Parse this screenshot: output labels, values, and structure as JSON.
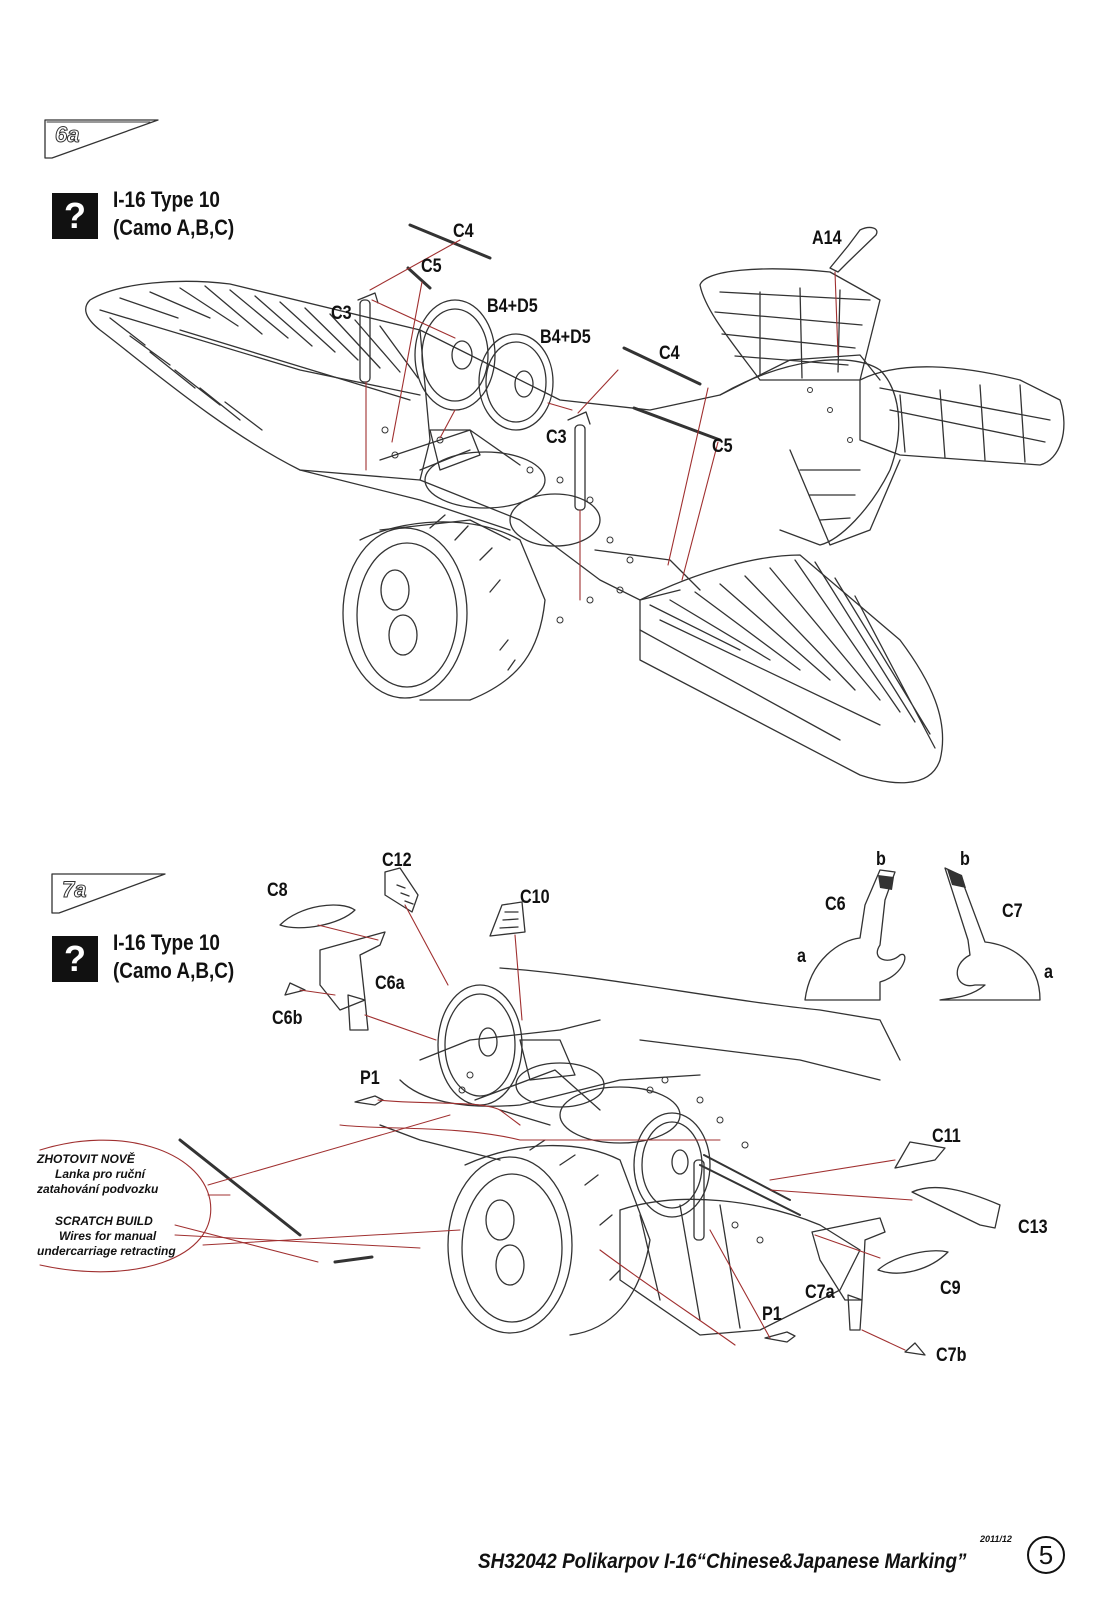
{
  "step_6a": {
    "tag": "6a",
    "help_symbol": "?",
    "title_line1": "I-16 Type 10",
    "title_line2": "(Camo A,B,C)",
    "labels": {
      "c4_top": "C4",
      "c5_top": "C5",
      "c3_left": "C3",
      "b4d5_1": "B4+D5",
      "b4d5_2": "B4+D5",
      "c4_right": "C4",
      "c3_right": "C3",
      "c5_right": "C5",
      "a14": "A14"
    }
  },
  "step_7a": {
    "tag": "7a",
    "help_symbol": "?",
    "title_line1": "I-16 Type 10",
    "title_line2": "(Camo A,B,C)",
    "labels": {
      "c12": "C12",
      "c8": "C8",
      "c10": "C10",
      "c6a": "C6a",
      "c6b": "C6b",
      "p1_top": "P1",
      "c11": "C11",
      "c13": "C13",
      "c9": "C9",
      "c7a": "C7a",
      "p1_bottom": "P1",
      "c7b": "C7b",
      "c6_detail": "C6",
      "c7_detail": "C7",
      "b_left": "b",
      "b_right": "b",
      "a_left": "a",
      "a_right": "a"
    },
    "note_cz": [
      "ZHOTOVIT NOVĚ",
      "Lanka pro ruční",
      "zatahování podvozku"
    ],
    "note_en": [
      "SCRATCH BUILD",
      "Wires for manual",
      "undercarriage retracting"
    ]
  },
  "footer": {
    "kit_title": "SH32042 Polikarpov I-16“Chinese&Japanese Marking”",
    "date": "2011/12",
    "page_number": "5"
  },
  "colors": {
    "line_art": "#333333",
    "arrow": "#a03030",
    "ink": "#111111"
  }
}
